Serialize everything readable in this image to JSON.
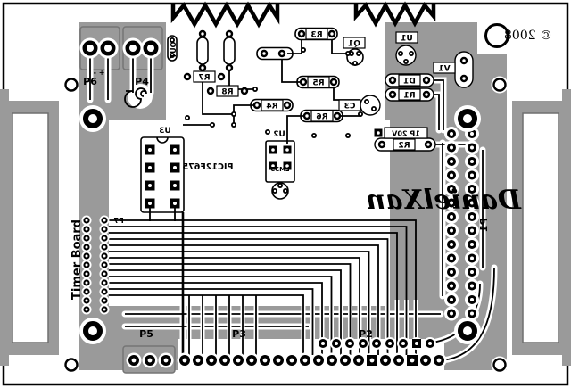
{
  "board": {
    "title": "Timer Board",
    "author_logo": "DanielXan",
    "copyright": "© 2008",
    "colors": {
      "copper_pour": "#9a9a9a",
      "artwork": "#000000",
      "background": "#ffffff"
    }
  },
  "connectors": {
    "p1": "P1",
    "p2": "P2",
    "p3": "P3",
    "p4": "P4",
    "p5": "P5",
    "p6": "P6",
    "p7": "P7",
    "p6_polarity": "- +",
    "p4_out": "OUT"
  },
  "components": {
    "u1": "U1",
    "u2": "U2",
    "u2_part": "LM35",
    "u3": "U3",
    "u3_part": "PIC12F675",
    "q1": "Q1",
    "d1": "D1",
    "v1": "V1",
    "c3": "C3",
    "r1": "R1",
    "r2": "R2",
    "r3": "R3",
    "r4": "R4",
    "r5": "R5",
    "r6": "R6",
    "r7": "R7",
    "r8": "R8",
    "power_note": "1P 20V"
  }
}
